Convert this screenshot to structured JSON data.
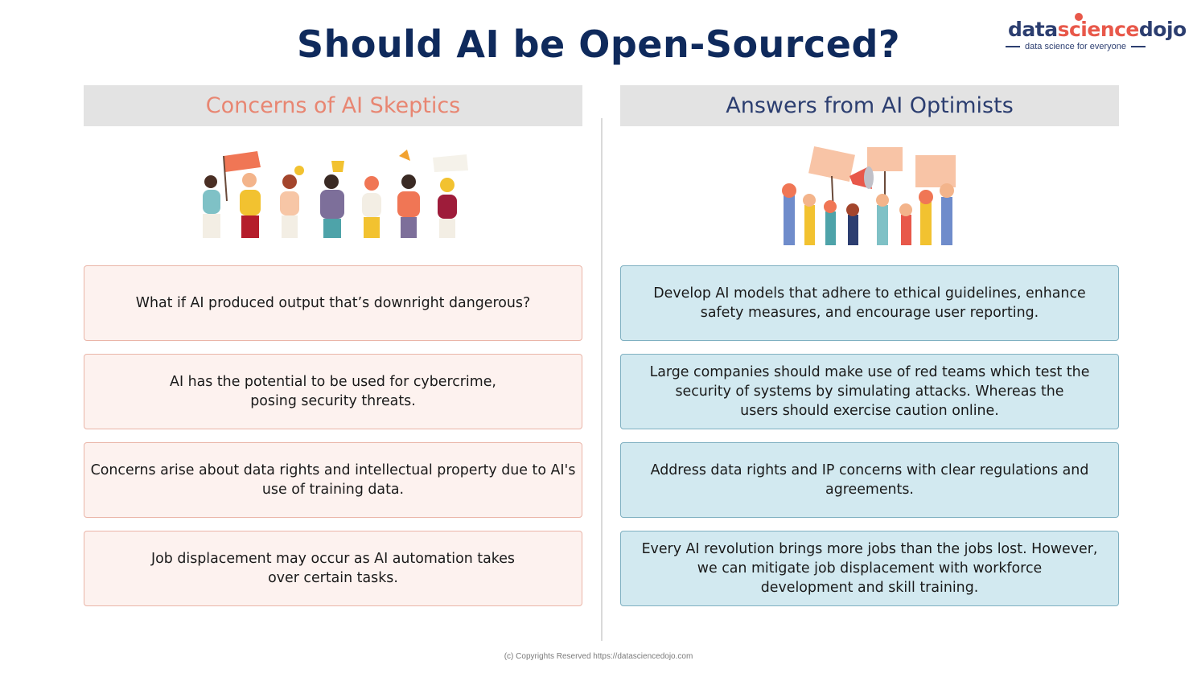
{
  "title": "Should AI be Open-Sourced?",
  "logo": {
    "part1": "data",
    "part2": "science",
    "part3": "dojo",
    "tagline": "data science for everyone"
  },
  "columns": {
    "left_header": "Concerns of AI Skeptics",
    "right_header": "Answers from AI Optimists"
  },
  "concerns": [
    "What if AI produced output that’s downright dangerous?",
    "AI has the potential to be used for cybercrime,\nposing security threats.",
    "Concerns arise about data rights and intellectual property due to AI's\nuse of training data.",
    "Job displacement may occur as AI automation takes\nover certain tasks."
  ],
  "answers": [
    "Develop AI models that adhere to ethical guidelines, enhance\nsafety measures, and encourage user reporting.",
    "Large companies should make use of red teams which test the\nsecurity of systems by simulating attacks. Whereas the\nusers should exercise caution online.",
    "Address data rights and IP concerns with clear regulations and\nagreements.",
    "Every AI revolution brings more jobs than the jobs lost. However,\nwe can mitigate job displacement with workforce\ndevelopment and skill training."
  ],
  "footer": "(c) Copyrights Reserved  https://datasciencedojo.com",
  "colors": {
    "title": "#0f2a5c",
    "concern_header": "#e88672",
    "answer_header": "#2c3e70",
    "concern_card_bg": "#fdf2ef",
    "answer_card_bg": "#d2e9f0",
    "brand_accent": "#e8584a"
  }
}
